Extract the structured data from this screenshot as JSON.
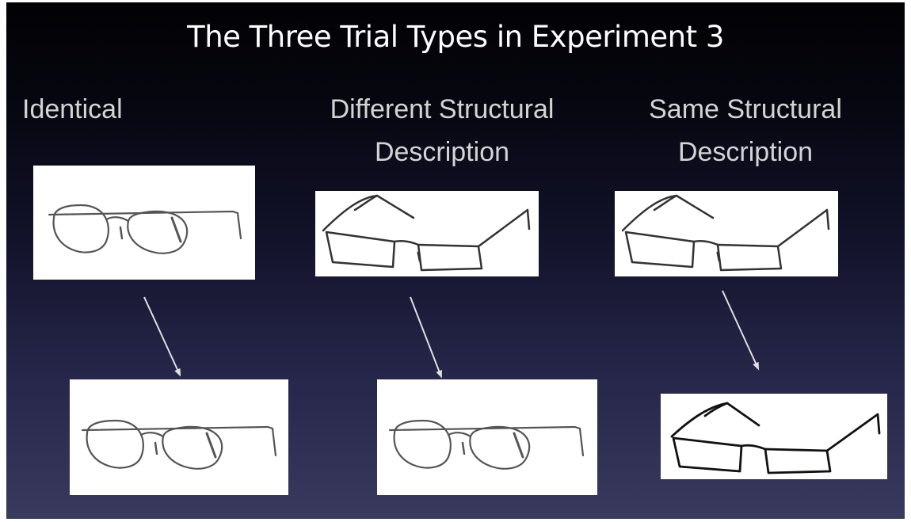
{
  "title": "The Three Trial Types in Experiment 3",
  "columns": [
    {
      "label": "Identical"
    },
    {
      "label": "Different Structural\nDescription"
    },
    {
      "label": "Same Structural\nDescription"
    }
  ],
  "colors": {
    "background_top": "#020204",
    "background_bottom": "#3a3a5e",
    "title": "#ffffff",
    "labels": "#d4d4d4",
    "arrow": "#e0e0e0",
    "panel": "#ffffff"
  }
}
